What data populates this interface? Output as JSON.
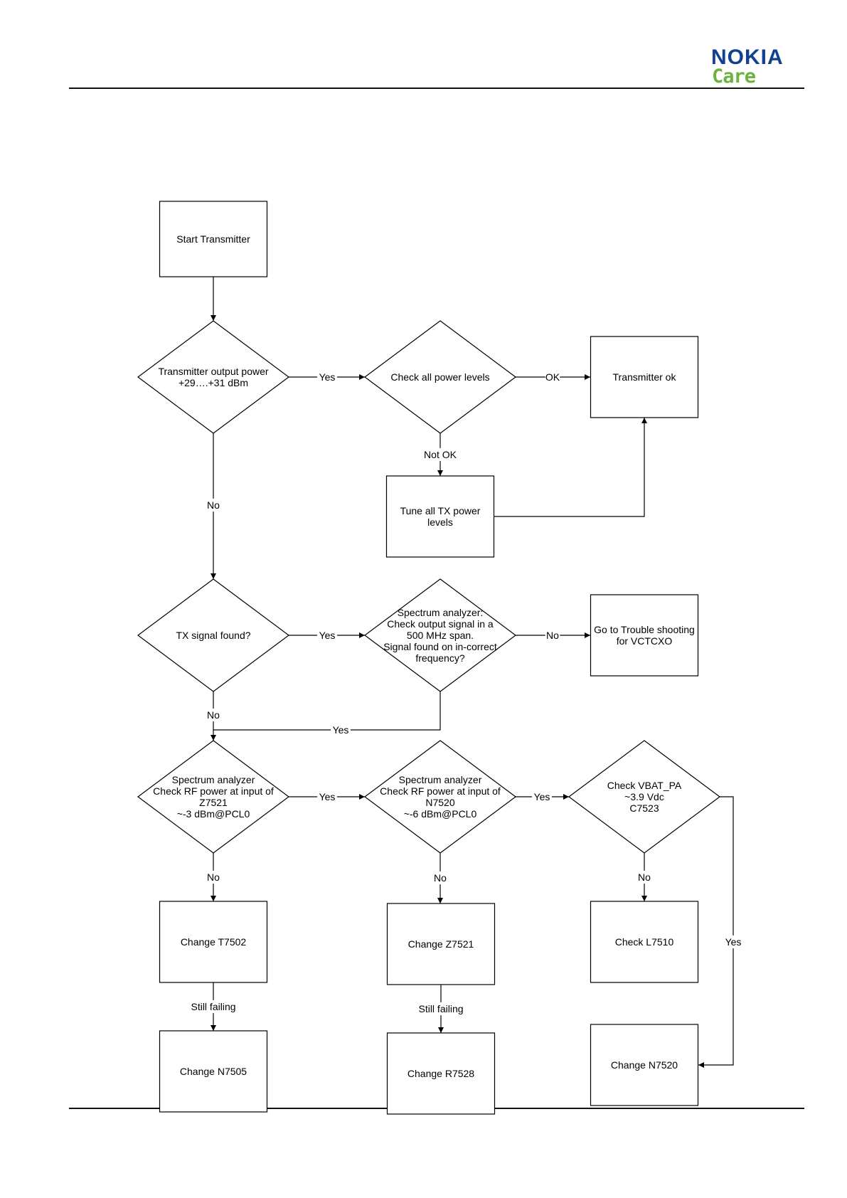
{
  "brand": {
    "name": "NOKIA",
    "sub": "Care",
    "name_color": "#124191",
    "sub_color": "#6cb33f"
  },
  "nodes": [
    {
      "id": "start",
      "shape": "rect",
      "lines": [
        "Start Transmitter"
      ]
    },
    {
      "id": "d_power",
      "shape": "diamond",
      "lines": [
        "Transmitter output power",
        "+29….+31 dBm"
      ]
    },
    {
      "id": "d_check_levels",
      "shape": "diamond",
      "lines": [
        "Check all power levels"
      ]
    },
    {
      "id": "tx_ok",
      "shape": "rect",
      "lines": [
        "Transmitter ok"
      ]
    },
    {
      "id": "tune",
      "shape": "rect",
      "lines": [
        "Tune all TX power",
        "levels"
      ]
    },
    {
      "id": "d_signal",
      "shape": "diamond",
      "lines": [
        "TX signal found?"
      ]
    },
    {
      "id": "d_spectrum",
      "shape": "diamond",
      "lines": [
        "Spectrum analyzer:",
        "Check output signal in a",
        "500 MHz span.",
        "Signal found on in-correct",
        "frequency?"
      ]
    },
    {
      "id": "vctcxo",
      "shape": "rect",
      "lines": [
        "Go to Trouble shooting",
        "for VCTCXO"
      ]
    },
    {
      "id": "d_z7521",
      "shape": "diamond",
      "lines": [
        "Spectrum analyzer",
        "Check RF power at input of",
        "Z7521",
        "~-3 dBm@PCL0"
      ]
    },
    {
      "id": "d_n7520",
      "shape": "diamond",
      "lines": [
        "Spectrum analyzer",
        "Check RF power at input of",
        "N7520",
        "~-6 dBm@PCL0"
      ]
    },
    {
      "id": "d_vbat",
      "shape": "diamond",
      "lines": [
        "Check VBAT_PA",
        "~3.9 Vdc",
        "C7523"
      ]
    },
    {
      "id": "ch_t7502",
      "shape": "rect",
      "lines": [
        "Change T7502"
      ]
    },
    {
      "id": "ch_z7521",
      "shape": "rect",
      "lines": [
        "Change Z7521"
      ]
    },
    {
      "id": "ch_l7510",
      "shape": "rect",
      "lines": [
        "Check L7510"
      ]
    },
    {
      "id": "ch_n7505",
      "shape": "rect",
      "lines": [
        "Change N7505"
      ]
    },
    {
      "id": "ch_r7528",
      "shape": "rect",
      "lines": [
        "Change R7528"
      ]
    },
    {
      "id": "ch_n7520",
      "shape": "rect",
      "lines": [
        "Change N7520"
      ]
    }
  ],
  "edges": [
    {
      "from": "start",
      "to": "d_power",
      "label": ""
    },
    {
      "from": "d_power",
      "to": "d_check_levels",
      "label": "Yes"
    },
    {
      "from": "d_check_levels",
      "to": "tx_ok",
      "label": "OK"
    },
    {
      "from": "d_check_levels",
      "to": "tune",
      "label": "Not OK"
    },
    {
      "from": "tune",
      "to": "tx_ok",
      "label": ""
    },
    {
      "from": "d_power",
      "to": "d_signal",
      "label": "No"
    },
    {
      "from": "d_signal",
      "to": "d_spectrum",
      "label": "Yes"
    },
    {
      "from": "d_spectrum",
      "to": "vctcxo",
      "label": "No"
    },
    {
      "from": "d_signal",
      "to": "d_z7521",
      "label": "No"
    },
    {
      "from": "d_spectrum",
      "to": "d_z7521",
      "label": "Yes"
    },
    {
      "from": "d_z7521",
      "to": "d_n7520",
      "label": "Yes"
    },
    {
      "from": "d_n7520",
      "to": "d_vbat",
      "label": "Yes"
    },
    {
      "from": "d_z7521",
      "to": "ch_t7502",
      "label": "No"
    },
    {
      "from": "d_n7520",
      "to": "ch_z7521",
      "label": "No"
    },
    {
      "from": "d_vbat",
      "to": "ch_l7510",
      "label": "No"
    },
    {
      "from": "ch_t7502",
      "to": "ch_n7505",
      "label": "Still failing"
    },
    {
      "from": "ch_z7521",
      "to": "ch_r7528",
      "label": "Still failing"
    },
    {
      "from": "d_vbat",
      "to": "ch_n7520",
      "label": "Yes"
    }
  ]
}
